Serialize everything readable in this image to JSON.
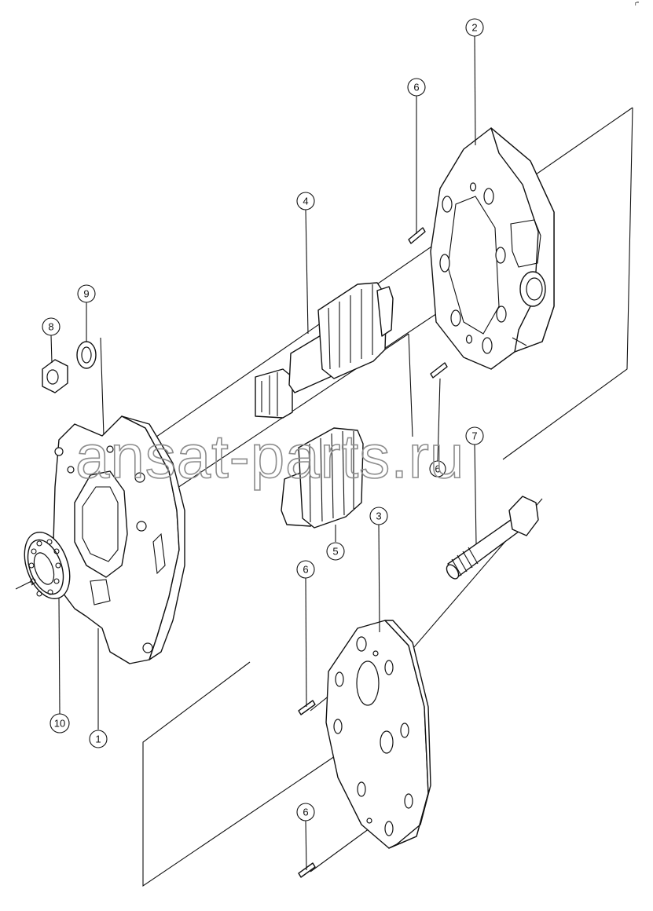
{
  "figure": {
    "corner_mark": "г‴",
    "watermark": "ansat-parts.ru"
  },
  "callouts": [
    {
      "id": "c1",
      "label": "1"
    },
    {
      "id": "c2",
      "label": "2"
    },
    {
      "id": "c3",
      "label": "3"
    },
    {
      "id": "c4",
      "label": "4"
    },
    {
      "id": "c5",
      "label": "5"
    },
    {
      "id": "c6a",
      "label": "6"
    },
    {
      "id": "c6b",
      "label": "6"
    },
    {
      "id": "c6c",
      "label": "6"
    },
    {
      "id": "c6d",
      "label": "6"
    },
    {
      "id": "c7",
      "label": "7"
    },
    {
      "id": "c8",
      "label": "8"
    },
    {
      "id": "c9",
      "label": "9"
    },
    {
      "id": "c10",
      "label": "10"
    }
  ]
}
